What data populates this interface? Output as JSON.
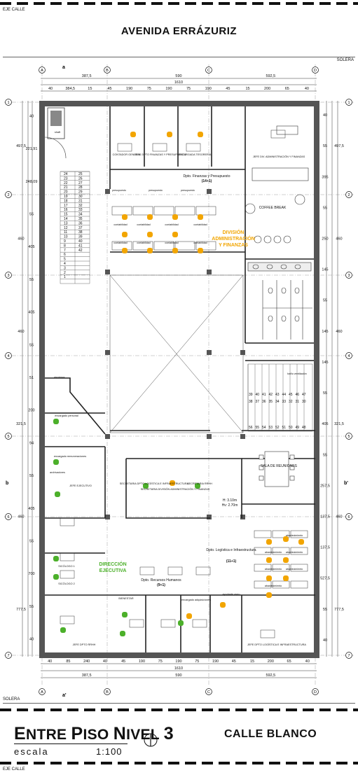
{
  "sheet": {
    "eje_calle": "EJE CALLE",
    "street_top": "AVENIDA ERRÁZURIZ",
    "street_bottom": "CALLE BLANCO",
    "solera": "SOLERA",
    "title": {
      "w1_cap": "E",
      "w1_rest": "NTRE",
      "w2_cap": "P",
      "w2_rest": "ISO",
      "w3_cap": "N",
      "w3_rest": "IVEL",
      "w4": "3"
    },
    "escala_label": "escala",
    "escala_value": "1:100"
  },
  "axes": {
    "letters": [
      "A",
      "B",
      "C",
      "D"
    ],
    "numbers": [
      "1",
      "2",
      "3",
      "4",
      "5",
      "6",
      "7"
    ],
    "section_a": "a",
    "section_a_prime": "a'",
    "section_b": "b",
    "section_b_prime": "b'"
  },
  "dimensions": {
    "top_row1": [
      "387,5",
      "590",
      "592,5"
    ],
    "top_total": "1610",
    "top_row3": [
      "40",
      "384,5",
      "15",
      "45",
      "190",
      "75",
      "190",
      "75",
      "190",
      "45",
      "15",
      "200",
      "65",
      "40"
    ],
    "bottom_row1": [
      "40",
      "85",
      "240",
      "40",
      "45",
      "190",
      "75",
      "190",
      "75",
      "190",
      "45",
      "15",
      "200",
      "65",
      "40"
    ],
    "bottom_total": "1610",
    "bottom_row3": [
      "387,5",
      "590",
      "592,5"
    ],
    "left_outer": [
      "497,5",
      "460",
      "460",
      "321,5",
      "460",
      "777,5"
    ],
    "left_inner": [
      "40",
      "221,91",
      "248,09",
      "55",
      "405",
      "55",
      "405",
      "55",
      "51",
      "200",
      "94",
      "55",
      "405",
      "55",
      "700",
      "55",
      "40"
    ],
    "right_outer": [
      "497,5",
      "460",
      "460",
      "321,5",
      "460",
      "777,5"
    ],
    "right_inner": [
      "40",
      "55",
      "395",
      "55",
      "250",
      "145",
      "55",
      "145",
      "145",
      "55",
      "405",
      "55",
      "257,5",
      "137,5",
      "137,5",
      "527,5",
      "55",
      "40"
    ]
  },
  "rooms": {
    "contador": "CONTADOR GENERAL",
    "jefe_finanzas": "JEFE DPTO FINANZAS Y PRESUPUESTO",
    "tesoreria": "ENCARGADA TESORERÍA",
    "jefe_admin": "JEFE DIV. ADMINISTRACIÓN Y FINANZAS",
    "coffee": "COFFEE BREAK",
    "dpto_finanzas": "Dpto. Finanzas y Presupuesto",
    "dpto_finanzas_count": "(14+1)",
    "division_admin_1": "DIVISIÓN",
    "division_admin_2": "ADMINISTRACIÓN",
    "division_admin_3": "Y FINANZAS",
    "presupuesto": "presupuesto",
    "contabilidad": "contabilidad",
    "sala_reuniones": "SALA DE REUNIONES",
    "secretaria_logistica": "SECRETARIA DPTO LOGÍSTICA E INFRAESTRUCTURA",
    "secretaria_admin": "SECRETARIA DIVISIÓN ADMINISTRACIÓN Y FINANZAS",
    "secretaria_rrhh": "SECRETARIA RRHH",
    "height_note_1": "H: 3.10m",
    "height_note_2": "Hv: 2.70m",
    "dpto_logistica": "Dpto. Logística e Infraestructura",
    "dpto_logistica_count": "(11+1)",
    "abastecimiento": "abastecimiento",
    "ayudante_aseo": "ayudante aseo",
    "direccion_1": "DIRECCIÓN",
    "direccion_2": "EJECUTIVA",
    "dpto_rrhh": "Dpto. Recursos Humanos",
    "dpto_rrhh_count": "(9+1)",
    "psicologo1": "SICÓLOGO 1",
    "psicologo2": "SICÓLOGO 2",
    "bienestar": "BIENESTAR",
    "jefe_rrhh": "JEFE DPTO RRHH",
    "jefe_logistica": "JEFE DPTO LOGÍSTICA E INFRAESTRUCTURA",
    "jefe_ejecutivo": "JEFE EJECUTIVO",
    "encargado_adq": "encargado adquisiciones",
    "encargado_personal": "encargado personal",
    "encargado_remuneraciones": "encargado remuneraciones",
    "archivadores": "archivadores",
    "ascensor": "ascensor",
    "shaft": "shaft",
    "ventilacion_note": "baño ventilación"
  },
  "stairs": {
    "left": [
      "24",
      "23",
      "22",
      "21",
      "20",
      "19",
      "18",
      "17",
      "16",
      "15",
      "14",
      "13",
      "12",
      "11",
      "10",
      "9",
      "8",
      "7",
      "6",
      "5",
      "4",
      "3",
      "2",
      "1",
      "25",
      "26",
      "27",
      "28",
      "29",
      "30",
      "31",
      "32",
      "33",
      "34",
      "35",
      "36",
      "37",
      "38",
      "39",
      "40",
      "41",
      "42"
    ],
    "right_top": [
      "39",
      "40",
      "41",
      "42",
      "43",
      "44",
      "45",
      "46",
      "47"
    ],
    "right_mid": [
      "38",
      "37",
      "36",
      "35",
      "34",
      "33",
      "32",
      "31",
      "30"
    ],
    "right_bottom": [
      "56",
      "55",
      "54",
      "53",
      "52",
      "51",
      "50",
      "49",
      "48"
    ]
  },
  "colors": {
    "wall": "#555555",
    "line": "#222222",
    "chair_orange": "#F2A500",
    "chair_green": "#4CB02A",
    "label_orange": "#F2A500",
    "label_green": "#4CB02A"
  }
}
